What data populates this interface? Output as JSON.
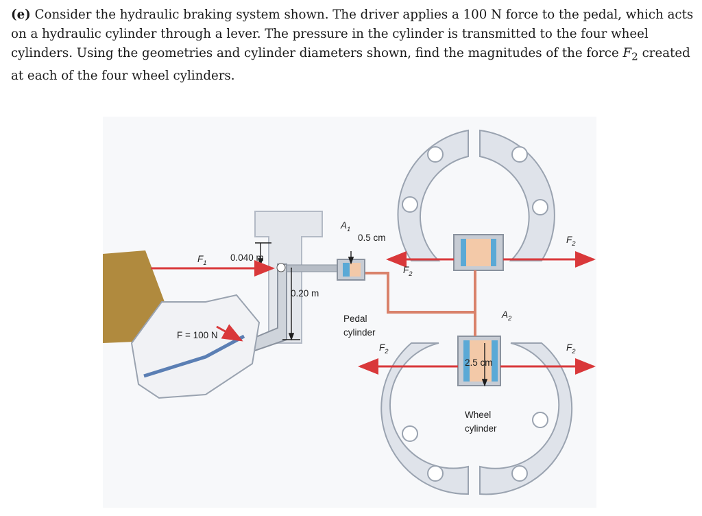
{
  "problem": {
    "label": "(e)",
    "text_before_symbol": "Consider the hydraulic braking system shown. The driver applies a 100 N force to the pedal, which acts on a hydraulic cylinder through a lever. The pressure in the cylinder is transmitted to the four wheel cylinders. Using the geometries and cylinder diameters shown, find the magnitudes of the force",
    "symbol": "F",
    "symbol_subscript": "2",
    "text_after_symbol": "created at each of the four wheel cylinders."
  },
  "figure": {
    "labels": {
      "f1": "F",
      "f1_sub": "1",
      "lever_top": "0.040 m",
      "lever_length": "0.20 m",
      "applied_force": "F = 100 N",
      "a1": "A",
      "a1_sub": "1",
      "pedal_cyl_diameter": "0.5 cm",
      "pedal_cyl_line1": "Pedal",
      "pedal_cyl_line2": "cylinder",
      "f2": "F",
      "f2_sub": "2",
      "a2": "A",
      "a2_sub": "2",
      "wheel_cyl_diameter": "2.5 cm",
      "wheel_cyl_line1": "Wheel",
      "wheel_cyl_line2": "cylinder"
    },
    "colors": {
      "force_arrow": "#d9383a",
      "fluid_line": "#d9826b",
      "brake_shoe": "#dfe3ea",
      "shoe_outline": "#9aa3b0",
      "fluid": "#f3c9a8",
      "piston": "#5aa9d6",
      "shoe_leather": "#b08a3e"
    }
  }
}
